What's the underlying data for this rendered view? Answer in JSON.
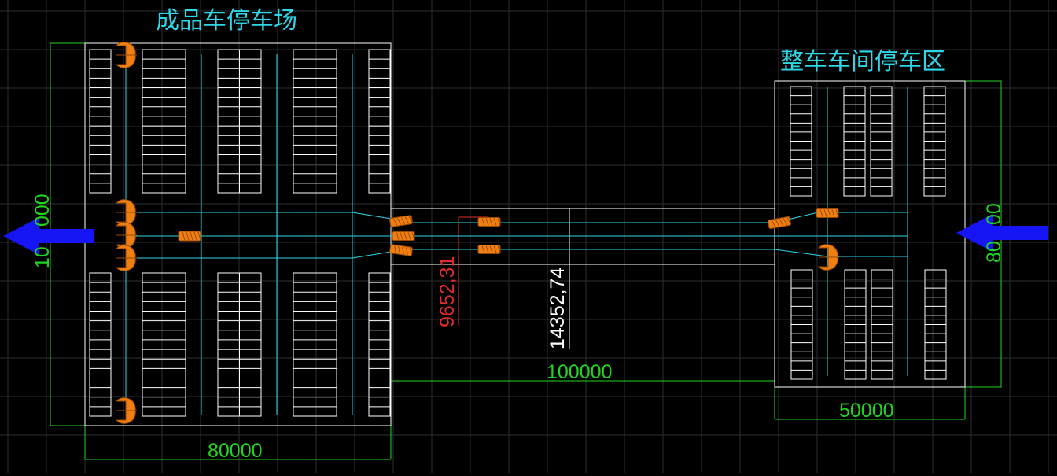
{
  "drawing": {
    "colors": {
      "background": "#000000",
      "grid": "#2b2f33",
      "outline": "#ffffff",
      "lane": "#2fd6e6",
      "dimension": "#22d422",
      "accent": "#e32b2b",
      "vehicle": "#f07f13",
      "arrow": "#1515f5",
      "title": "#2fd6e6"
    },
    "titles": {
      "finished_lot": "成品车停车场",
      "workshop_zone": "整车车间停车区"
    },
    "dimensions": {
      "left_width": "80000",
      "left_height_partial": "10",
      "left_height_partial_2": "000",
      "connector_length": "100000",
      "right_width": "50000",
      "right_height_partial": "80",
      "right_height_partial_2": "00",
      "red_measure": "9652,31",
      "white_measure": "14352,74"
    },
    "arrows": [
      {
        "name": "exit-arrow",
        "direction": "left"
      },
      {
        "name": "entry-arrow",
        "direction": "left"
      }
    ]
  }
}
